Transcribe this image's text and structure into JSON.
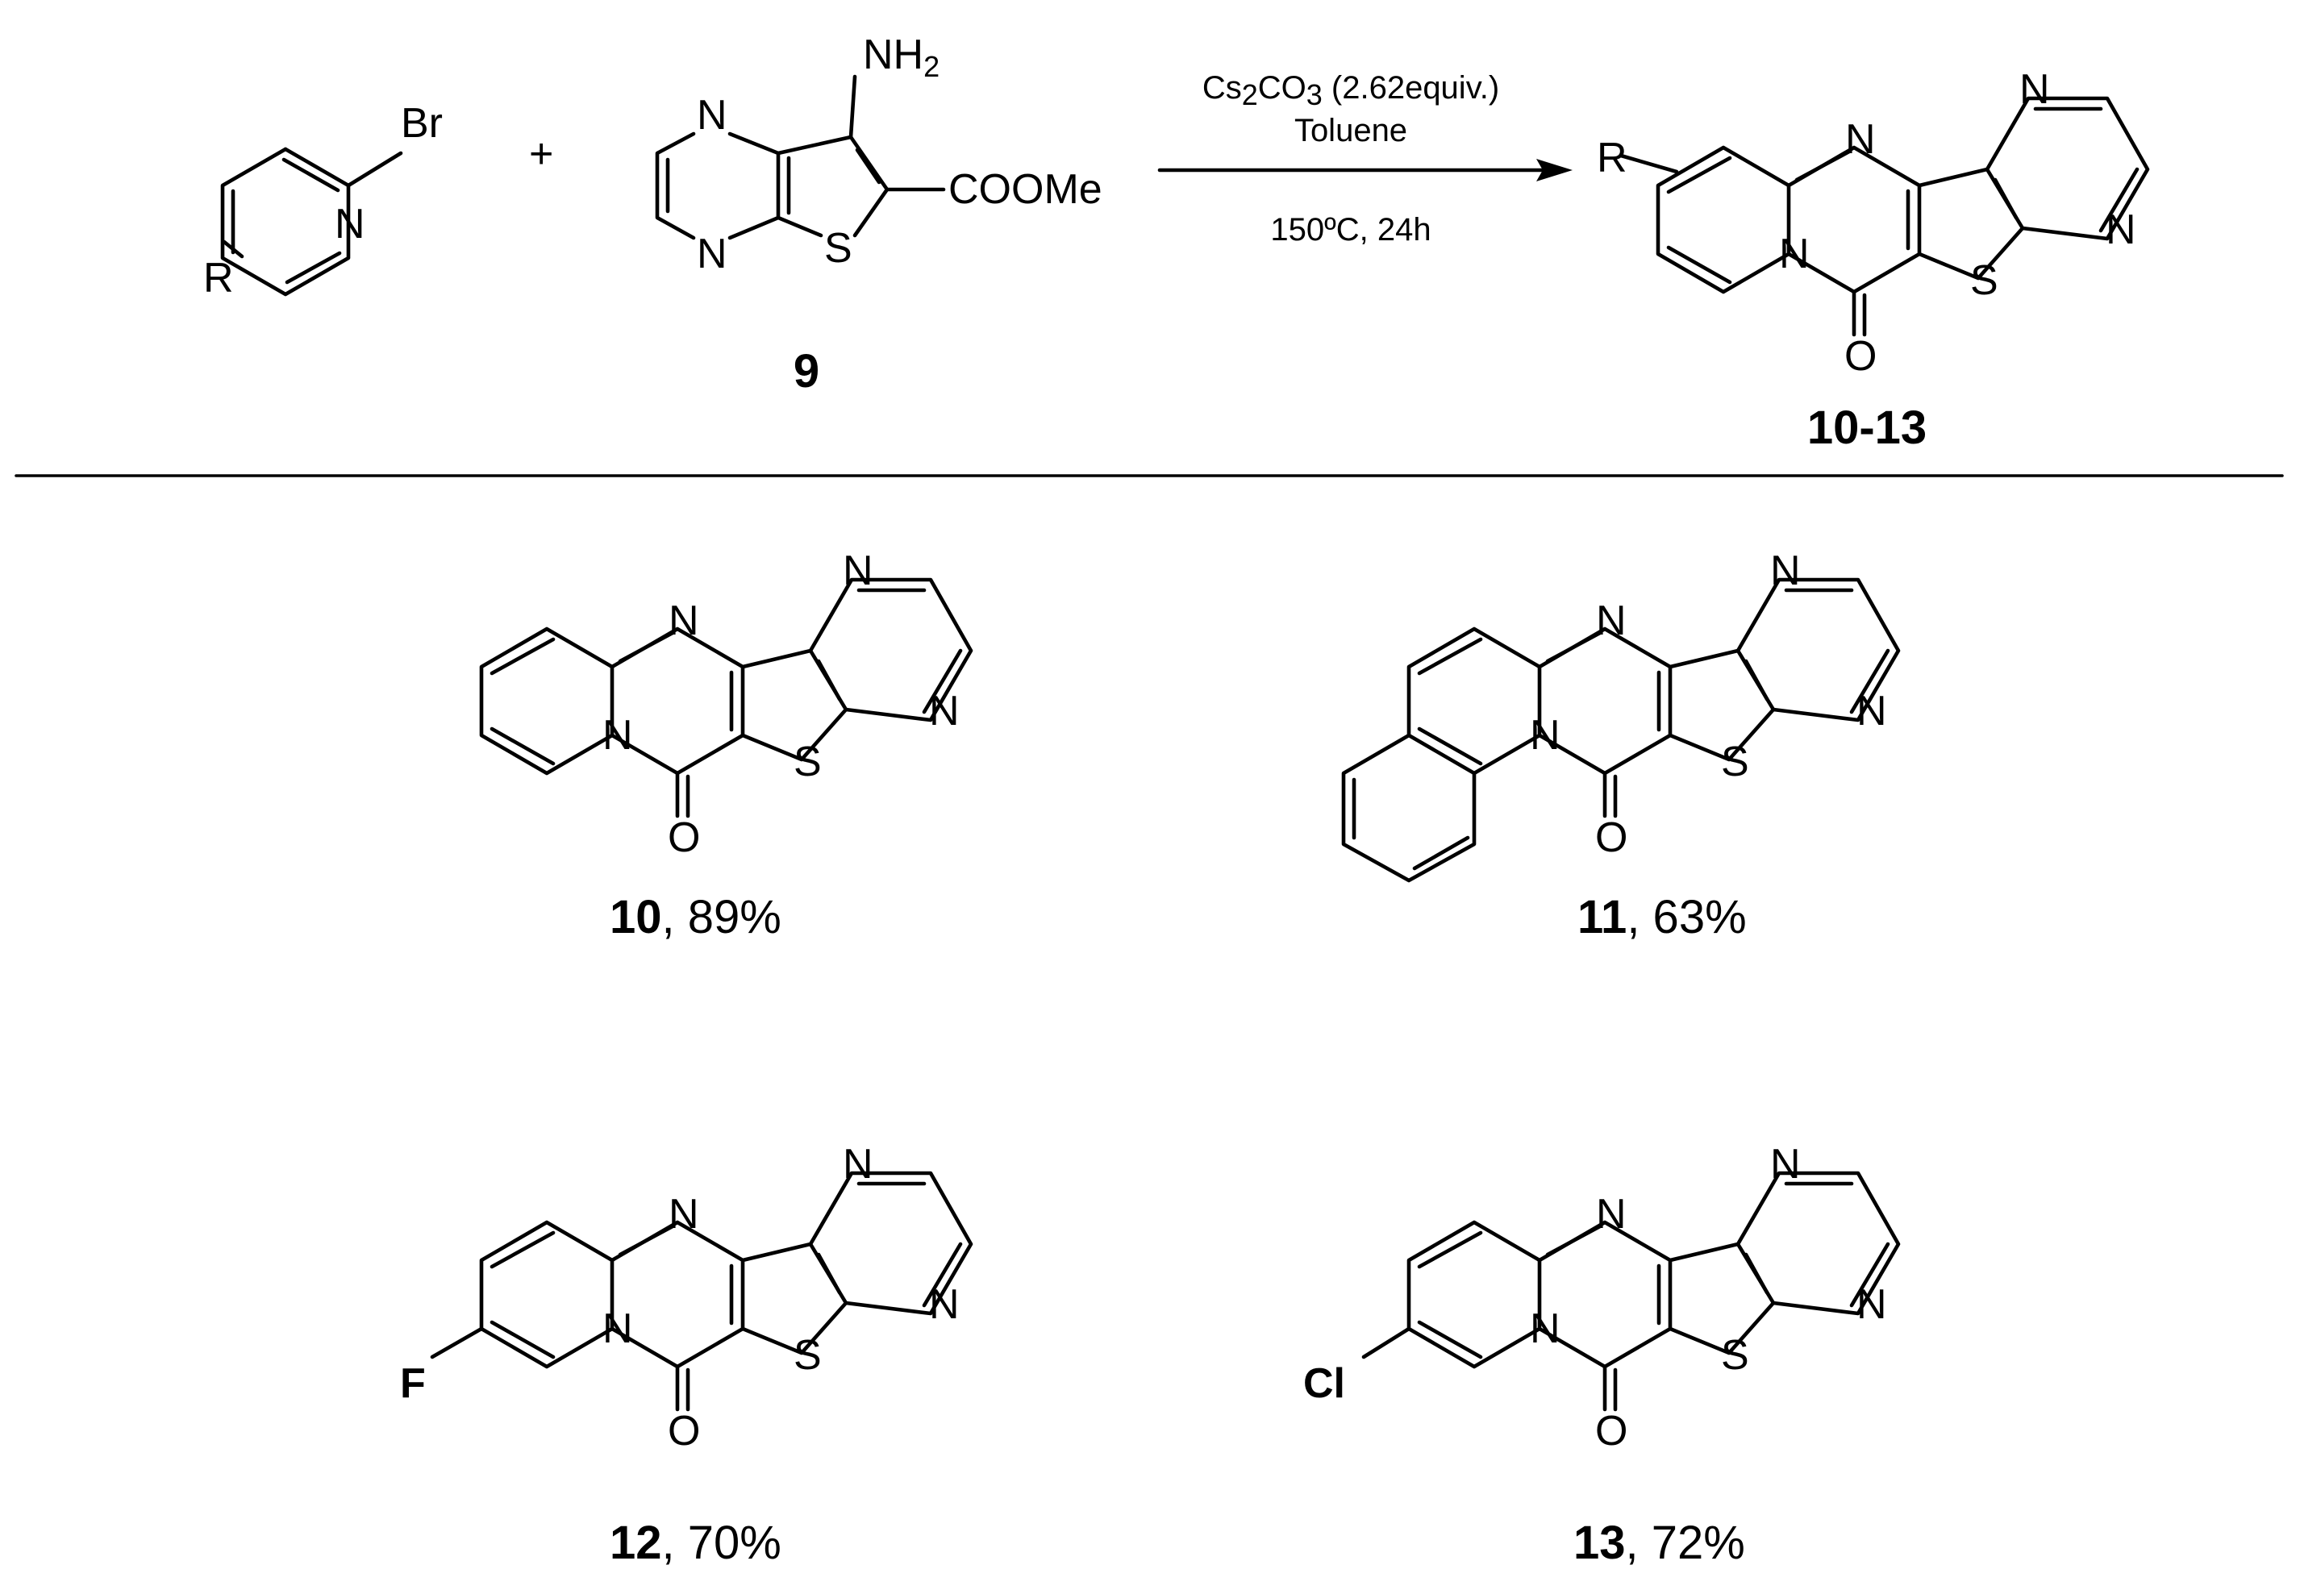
{
  "reaction": {
    "reactant_a": {
      "substituent": "R",
      "bromo": "Br",
      "ring_n": "N"
    },
    "plus": "+",
    "reactant_b": {
      "amine": "NH",
      "amine_sub": "2",
      "ester": "COOMe",
      "ring_n_top": "N",
      "ring_n_bottom": "N",
      "sulfur": "S",
      "label": "9"
    },
    "conditions": {
      "reagent_a": "Cs",
      "reagent_sub1": "2",
      "reagent_b": "CO",
      "reagent_sub2": "3",
      "reagent_c": " (2.62equiv.)",
      "solvent": "Toluene",
      "temp_time": "150ºC, 24h"
    },
    "product": {
      "substituent": "R",
      "label": "10-13",
      "atoms": {
        "n_bridge": "N",
        "n_pz1": "N",
        "n_pz2": "N",
        "n_ring": "N",
        "sulfur": "S",
        "oxygen": "O"
      }
    }
  },
  "compounds": [
    {
      "id": "10",
      "yield": ", 89%",
      "substituent": "",
      "atoms": {
        "n_bridge": "N",
        "n_pz1": "N",
        "n_pz2": "N",
        "n_ring": "N",
        "sulfur": "S",
        "oxygen": "O"
      }
    },
    {
      "id": "11",
      "yield": ", 63%",
      "substituent": "",
      "atoms": {
        "n_bridge": "N",
        "n_pz1": "N",
        "n_pz2": "N",
        "n_ring": "N",
        "sulfur": "S",
        "oxygen": "O"
      }
    },
    {
      "id": "12",
      "yield": ", 70%",
      "substituent": "F",
      "atoms": {
        "n_bridge": "N",
        "n_pz1": "N",
        "n_pz2": "N",
        "n_ring": "N",
        "sulfur": "S",
        "oxygen": "O"
      }
    },
    {
      "id": "13",
      "yield": ", 72%",
      "substituent": "Cl",
      "atoms": {
        "n_bridge": "N",
        "n_pz1": "N",
        "n_pz2": "N",
        "n_ring": "N",
        "sulfur": "S",
        "oxygen": "O"
      }
    }
  ]
}
